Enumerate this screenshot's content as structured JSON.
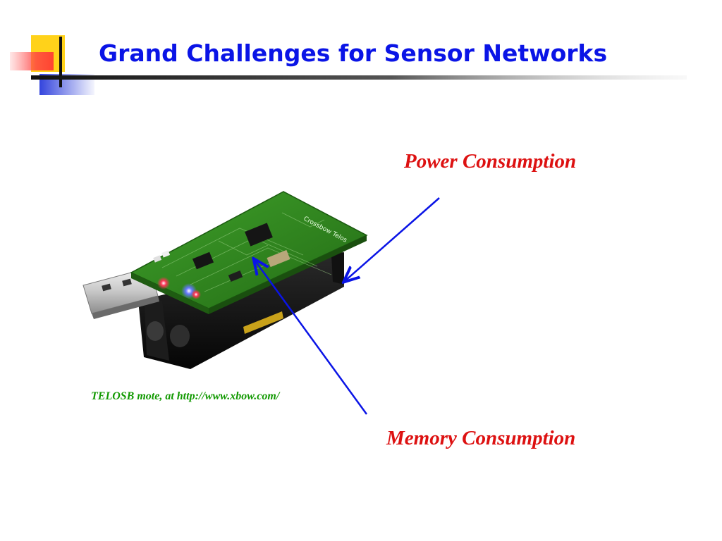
{
  "slide": {
    "title": "Grand Challenges for Sensor Networks"
  },
  "figure": {
    "caption": "TELOSB mote, at http://www.xbow.com/",
    "board_silkscreen": "Crossbow Telos"
  },
  "callouts": {
    "power": "Power Consumption",
    "memory": "Memory Consumption"
  },
  "colors": {
    "title": "#0a14e6",
    "callout": "#dd1111",
    "caption": "#119900",
    "arrow": "#0a14e6",
    "pcb": "#2f8a1d",
    "battery_pack": "#141414"
  }
}
